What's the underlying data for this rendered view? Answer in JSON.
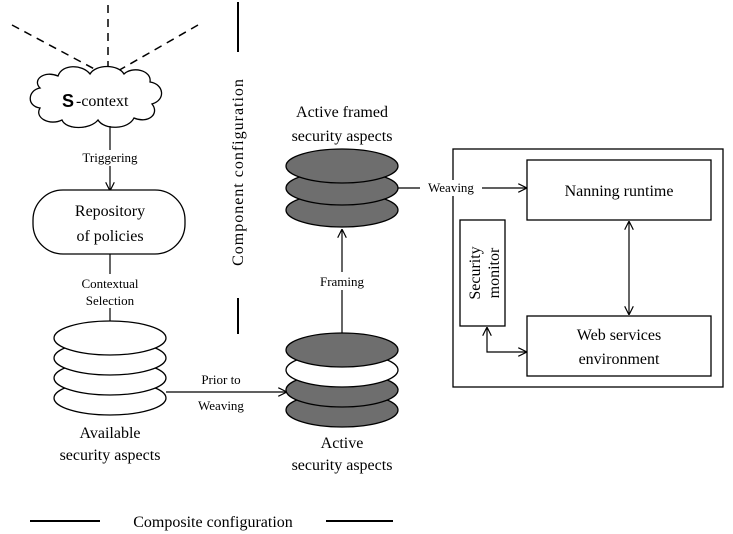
{
  "context": {
    "prefix": "S",
    "suffix": "-context"
  },
  "labels": {
    "triggering": "Triggering",
    "repository_line1": "Repository",
    "repository_line2": "of policies",
    "contextual_line1": "Contextual",
    "contextual_line2": "Selection",
    "available_line1": "Available",
    "available_line2": "security aspects",
    "prior_line1": "Prior to",
    "prior_line2": "Weaving",
    "active_line1": "Active",
    "active_line2": "security aspects",
    "framing": "Framing",
    "active_framed_line1": "Active framed",
    "active_framed_line2": "security aspects",
    "weaving": "Weaving",
    "nanning": "Nanning runtime",
    "webservices_line1": "Web services",
    "webservices_line2": "environment",
    "monitor_line1": "Security",
    "monitor_line2": "monitor",
    "component_config": "Component configuration",
    "composite_config": "Composite configuration"
  },
  "colors": {
    "dark_disk": "#6e6e6e",
    "light_disk": "#ffffff",
    "stroke": "#000000"
  }
}
